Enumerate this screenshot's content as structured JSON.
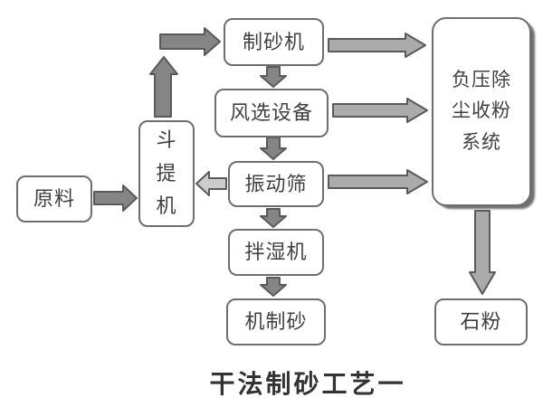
{
  "diagram": {
    "title": "干法制砂工艺一",
    "nodes": {
      "raw_material": "原料",
      "bucket_elevator": "斗\n提\n机",
      "sand_maker": "制砂机",
      "air_classifier": "风选设备",
      "vibrating_screen": "振动筛",
      "wetting_mixer": "拌湿机",
      "machine_made_sand": "机制砂",
      "dust_collection_system": "负压除\n尘收粉\n系统",
      "stone_powder": "石粉"
    },
    "flows": [
      "原料 → 斗提机",
      "斗提机 → 制砂机",
      "制砂机 → 风选设备",
      "风选设备 → 振动筛",
      "振动筛 → 斗提机",
      "振动筛 → 拌湿机",
      "拌湿机 → 机制砂",
      "制砂机 → 负压除尘收粉系统",
      "风选设备 → 负压除尘收粉系统",
      "振动筛 → 负压除尘收粉系统",
      "负压除尘收粉系统 → 石粉"
    ],
    "colors": {
      "background": "#ffffff",
      "box_fill": "#ffffff",
      "box_border": "#6e6e6e",
      "text": "#404040",
      "title_text": "#333333",
      "arrow_dark_fill": "#858585",
      "arrow_long_fill": "#ababab",
      "arrow_light_fill": "#cccccc",
      "arrow_stroke": "#5a5a5a",
      "big_box_shadow": "#6f6f6f"
    }
  }
}
